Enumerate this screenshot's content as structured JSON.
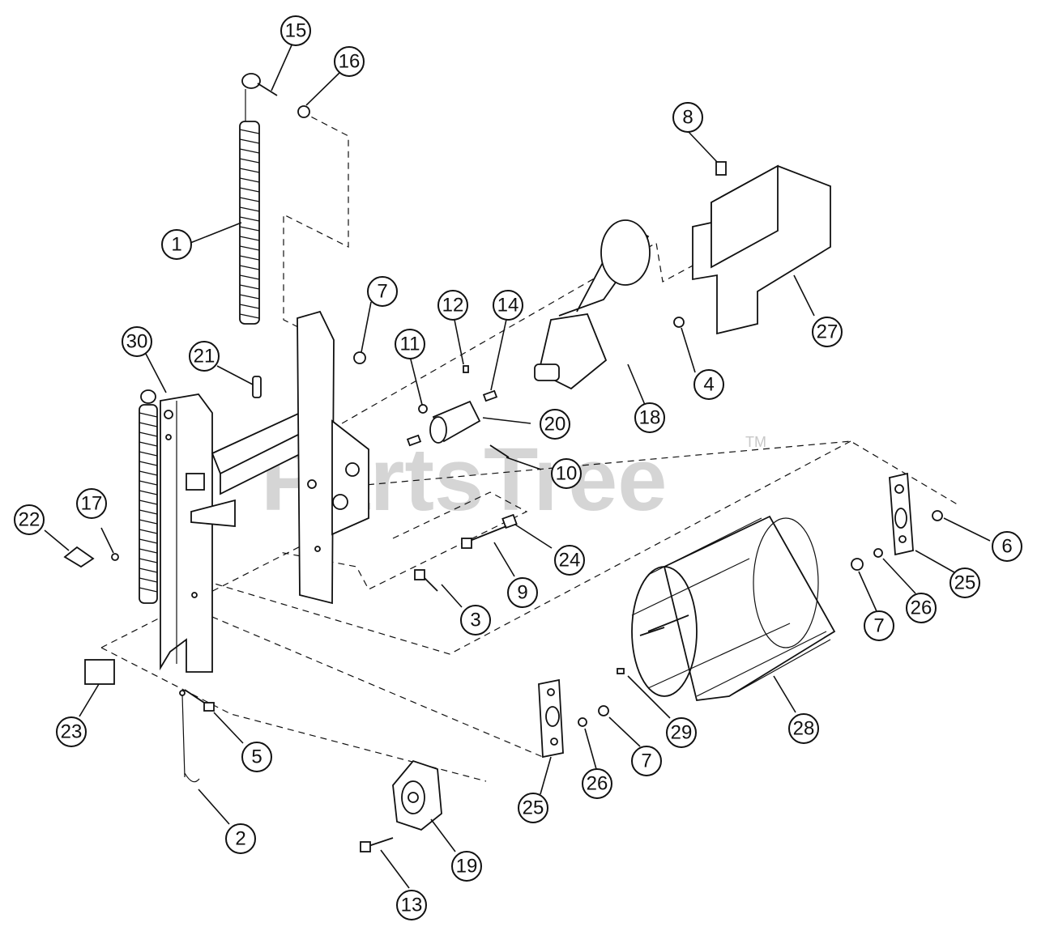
{
  "watermark": {
    "brand": "PartsTree",
    "mark": "TM"
  },
  "callouts": [
    {
      "label": "15"
    },
    {
      "label": "16"
    },
    {
      "label": "1"
    },
    {
      "label": "8"
    },
    {
      "label": "7"
    },
    {
      "label": "12"
    },
    {
      "label": "14"
    },
    {
      "label": "11"
    },
    {
      "label": "30"
    },
    {
      "label": "21"
    },
    {
      "label": "4"
    },
    {
      "label": "27"
    },
    {
      "label": "18"
    },
    {
      "label": "20"
    },
    {
      "label": "10"
    },
    {
      "label": "17"
    },
    {
      "label": "22"
    },
    {
      "label": "24"
    },
    {
      "label": "9"
    },
    {
      "label": "3"
    },
    {
      "label": "6"
    },
    {
      "label": "25"
    },
    {
      "label": "26"
    },
    {
      "label": "7"
    },
    {
      "label": "23"
    },
    {
      "label": "5"
    },
    {
      "label": "29"
    },
    {
      "label": "28"
    },
    {
      "label": "25"
    },
    {
      "label": "26"
    },
    {
      "label": "7"
    },
    {
      "label": "2"
    },
    {
      "label": "19"
    },
    {
      "label": "13"
    }
  ]
}
